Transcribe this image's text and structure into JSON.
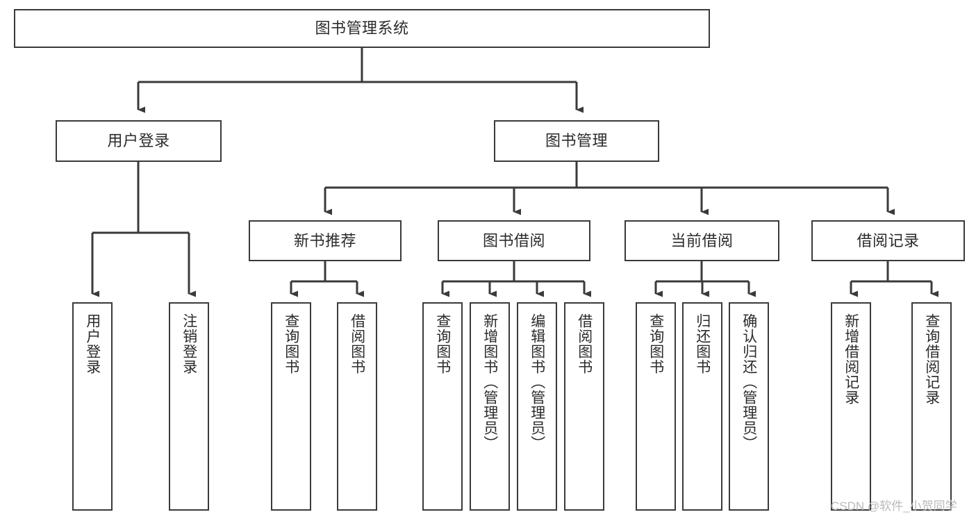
{
  "diagram": {
    "type": "tree",
    "title": "图书管理系统",
    "watermark": "CSDN @软件_小贺同学",
    "colors": {
      "background": "#ffffff",
      "node_border": "#3a3a3a",
      "node_fill": "#ffffff",
      "text": "#2b2b2b",
      "edge": "#3a3a3a",
      "watermark": "#b9b9b9"
    },
    "nodes": {
      "root": {
        "label": "图书管理系统"
      },
      "level1": [
        {
          "label": "用户登录"
        },
        {
          "label": "图书管理"
        }
      ],
      "level2": [
        {
          "label": "新书推荐"
        },
        {
          "label": "图书借阅"
        },
        {
          "label": "当前借阅"
        },
        {
          "label": "借阅记录"
        }
      ],
      "leaves": {
        "user_login": [
          {
            "label": "用户登录"
          },
          {
            "label": "注销登录"
          }
        ],
        "new_book_recommend": [
          {
            "label": "查询图书"
          },
          {
            "label": "借阅图书"
          }
        ],
        "book_borrow": [
          {
            "label": "查询图书"
          },
          {
            "label": "新增图书（管理员）"
          },
          {
            "label": "编辑图书（管理员）"
          },
          {
            "label": "借阅图书"
          }
        ],
        "current_borrow": [
          {
            "label": "查询图书"
          },
          {
            "label": "归还图书"
          },
          {
            "label": "确认归还（管理员）"
          }
        ],
        "borrow_record": [
          {
            "label": "新增借阅记录"
          },
          {
            "label": "查询借阅记录"
          }
        ]
      }
    }
  }
}
